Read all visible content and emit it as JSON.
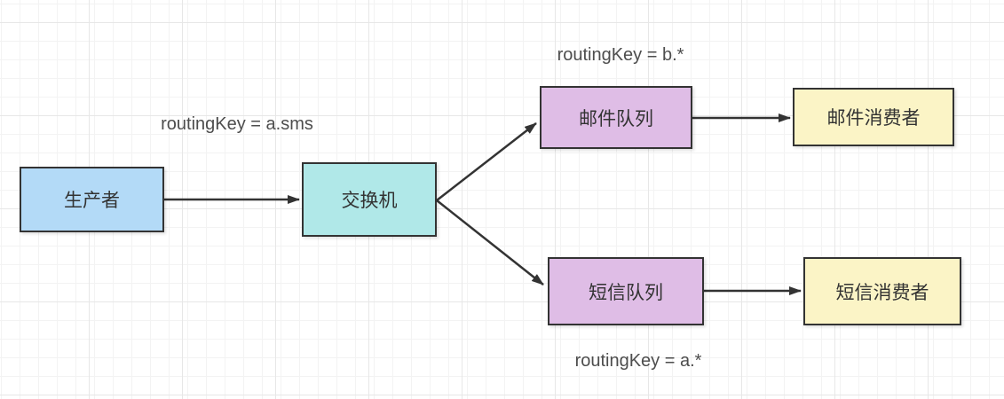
{
  "nodes": {
    "producer": {
      "label": "生产者",
      "fill": "#b3daf7"
    },
    "exchange": {
      "label": "交换机",
      "fill": "#b0e8e8"
    },
    "mail_queue": {
      "label": "邮件队列",
      "fill": "#dfbde6"
    },
    "mail_consumer": {
      "label": "邮件消费者",
      "fill": "#fbf4c6"
    },
    "sms_queue": {
      "label": "短信队列",
      "fill": "#dfbde6"
    },
    "sms_consumer": {
      "label": "短信消费者",
      "fill": "#fbf4c6"
    }
  },
  "labels": {
    "producer_to_exchange": "routingKey = a.sms",
    "mail_queue_binding": "routingKey = b.*",
    "sms_queue_binding": "routingKey = a.*"
  },
  "edges": [
    {
      "from": "producer",
      "to": "exchange"
    },
    {
      "from": "exchange",
      "to": "mail_queue"
    },
    {
      "from": "exchange",
      "to": "sms_queue"
    },
    {
      "from": "mail_queue",
      "to": "mail_consumer"
    },
    {
      "from": "sms_queue",
      "to": "sms_consumer"
    }
  ],
  "colors": {
    "stroke": "#333333",
    "node_text": "#333333",
    "label_text": "#4d4d4d",
    "grid_minor": "#f3f3f3",
    "grid_major": "#e7e7e7",
    "background": "#ffffff"
  }
}
